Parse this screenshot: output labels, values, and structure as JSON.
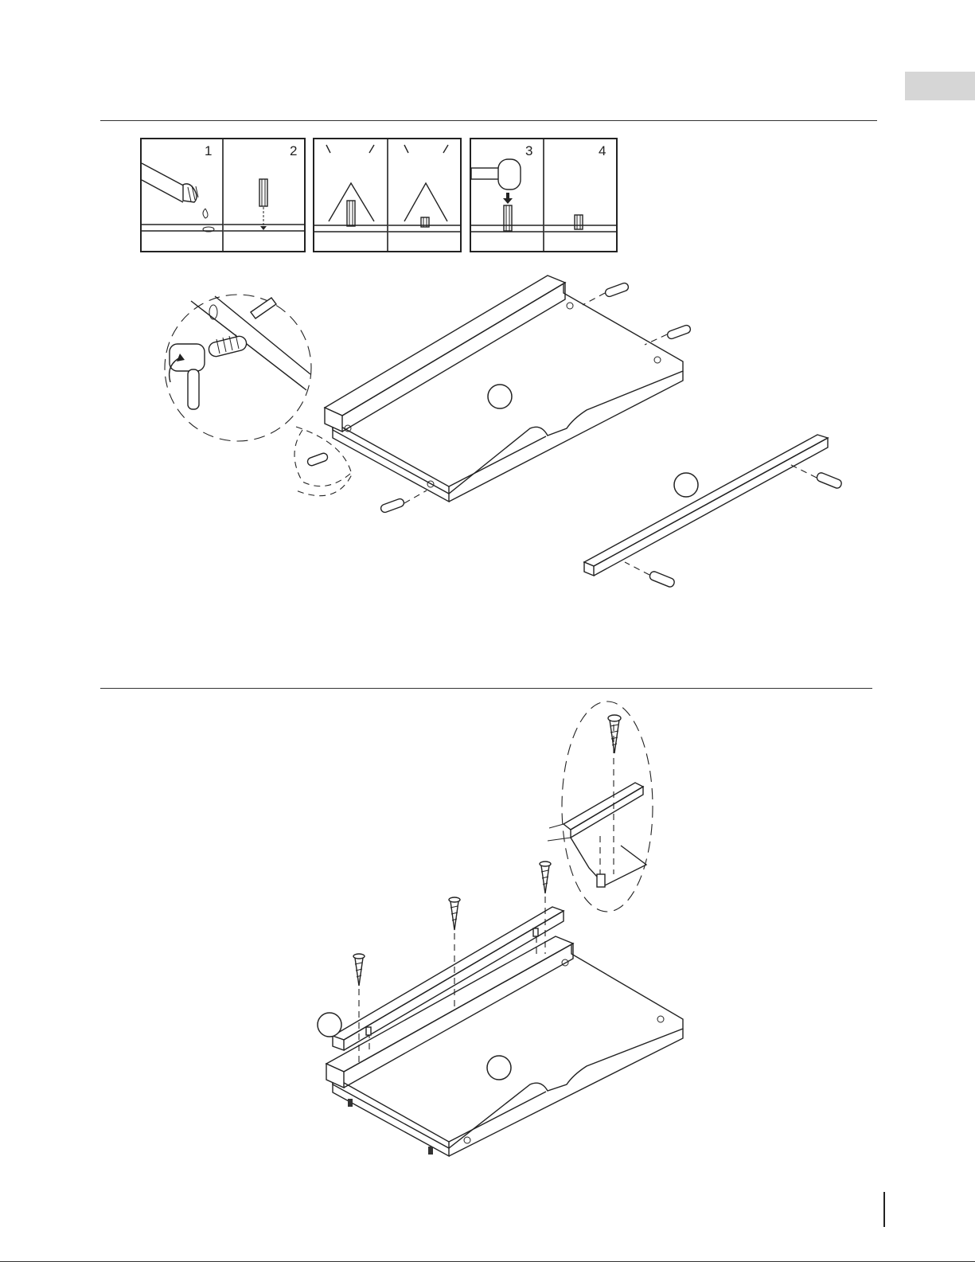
{
  "page": {
    "background": "#ffffff",
    "line_color": "#222222",
    "tab_color": "#d6d6d6"
  },
  "dowel_steps": {
    "panels": [
      {
        "number": "1"
      },
      {
        "number": "2"
      },
      {
        "number": ""
      },
      {
        "number": ""
      },
      {
        "number": "3"
      },
      {
        "number": "4"
      }
    ]
  },
  "icons": [
    "glue-bottle-icon",
    "dowel-icon",
    "mallet-icon",
    "screw-icon"
  ]
}
